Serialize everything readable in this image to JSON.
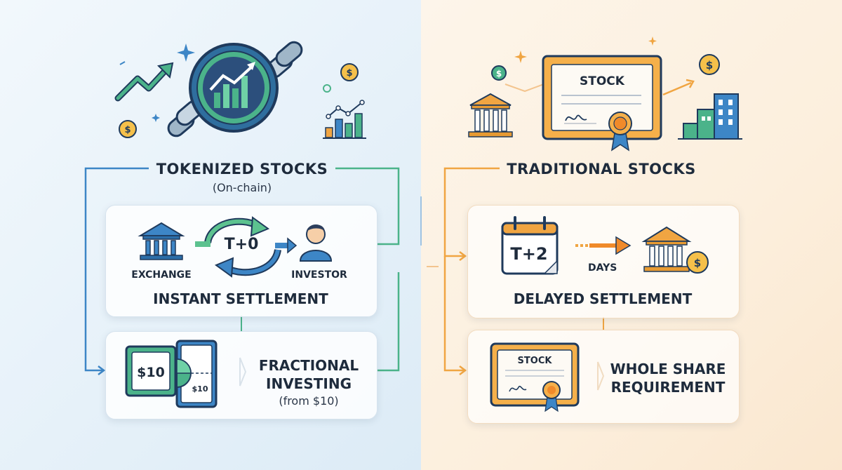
{
  "tokenized": {
    "title": "TOKENIZED STOCKS",
    "subtitle": "(On-chain)",
    "settlement": {
      "label": "INSTANT SETTLEMENT",
      "from_label": "EXCHANGE",
      "to_label": "INVESTOR",
      "cycle_label": "T+0"
    },
    "fractional": {
      "label_line1": "FRACTIONAL",
      "label_line2": "INVESTING",
      "label_line3": "(from $10)",
      "bill_value": "$10",
      "fraction_value": "$10"
    }
  },
  "traditional": {
    "title": "TRADITIONAL STOCKS",
    "certificate_title": "STOCK",
    "settlement": {
      "label": "DELAYED SETTLEMENT",
      "cycle_label": "T+2",
      "days_label": "DAYS"
    },
    "whole": {
      "certificate_title": "STOCK",
      "label_line1": "WHOLE SHARE",
      "label_line2": "REQUIREMENT"
    }
  },
  "icons": [
    "growth-arrow-icon",
    "chain-coin-icon",
    "dollar-coin-icon",
    "bar-chart-icon",
    "sparkle-icon",
    "bank-icon",
    "investor-icon",
    "cycle-arrows-icon",
    "calendar-icon",
    "stock-certificate-icon",
    "building-icon",
    "ribbon-seal-icon",
    "money-bill-icon"
  ],
  "colors": {
    "blue_accent": "#3d86c6",
    "green_accent": "#4bb38a",
    "orange_accent": "#f0a542",
    "text": "#1e2b3c"
  }
}
